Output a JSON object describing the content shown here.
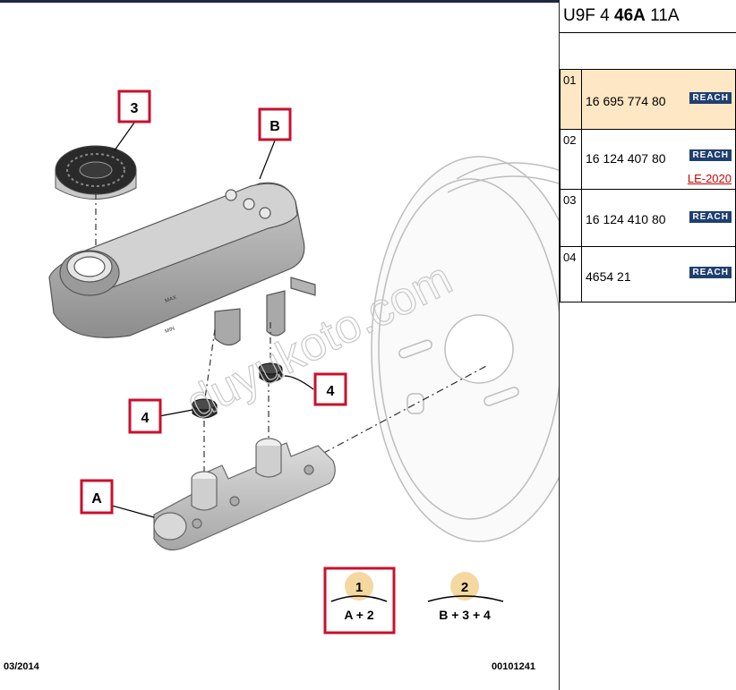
{
  "header": {
    "ref_prefix": "U9F 4 ",
    "ref_bold": "46A",
    "ref_suffix": " 11A"
  },
  "parts": [
    {
      "index": "01",
      "number": "16 695 774 80",
      "badge": "REACH",
      "note": ""
    },
    {
      "index": "02",
      "number": "16 124 407 80",
      "badge": "REACH",
      "note": "LE-2020"
    },
    {
      "index": "03",
      "number": "16 124 410 80",
      "badge": "REACH",
      "note": ""
    },
    {
      "index": "04",
      "number": "4654 21",
      "badge": "REACH",
      "note": ""
    }
  ],
  "callouts": {
    "a": "A",
    "b": "B",
    "three": "3",
    "four_left": "4",
    "four_right": "4"
  },
  "kits": [
    {
      "num": "1",
      "formula": "A + 2"
    },
    {
      "num": "2",
      "formula": "B + 3 + 4"
    }
  ],
  "footer": {
    "date": "03/2014",
    "code": "00101241"
  },
  "watermark": "duyukoto.com",
  "colors": {
    "callout_border": "#c8102e",
    "kit_circle": "#f5d8a0",
    "reach_badge": "#1f3f70",
    "selected_row": "#fde7c4"
  }
}
